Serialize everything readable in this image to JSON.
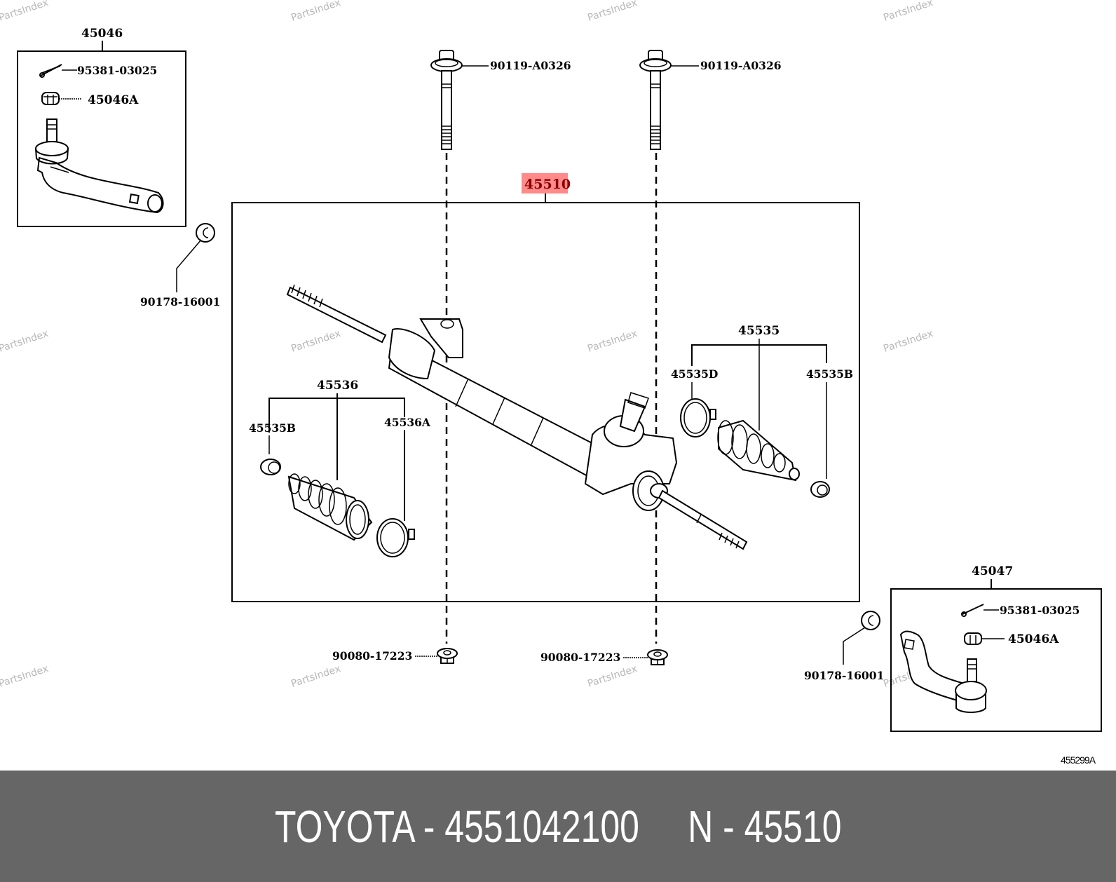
{
  "diagram": {
    "highlight_color": "#ff8a8a",
    "highlight_text_color": "#8b0000",
    "main_assembly": {
      "part_no": "45510",
      "highlighted": true,
      "name": "steering-rack-assembly"
    },
    "tie_rod_end_left": {
      "part_no": "45046",
      "children": [
        {
          "part_no": "95381-03025",
          "icon": "cotter-pin-icon"
        },
        {
          "part_no": "45046A",
          "icon": "castle-nut-icon"
        }
      ]
    },
    "tie_rod_end_right": {
      "part_no": "45047",
      "children": [
        {
          "part_no": "95381-03025",
          "icon": "cotter-pin-icon"
        },
        {
          "part_no": "45046A",
          "icon": "castle-nut-icon"
        }
      ]
    },
    "lock_nut_left": {
      "part_no": "90178-16001",
      "icon": "lock-nut-icon"
    },
    "lock_nut_right": {
      "part_no": "90178-16001",
      "icon": "lock-nut-icon"
    },
    "bolt_left": {
      "part_no": "90119-A0326",
      "icon": "bolt-icon"
    },
    "bolt_right": {
      "part_no": "90119-A0326",
      "icon": "bolt-icon"
    },
    "nut_left": {
      "part_no": "90080-17223",
      "icon": "flange-nut-icon"
    },
    "nut_right": {
      "part_no": "90080-17223",
      "icon": "flange-nut-icon"
    },
    "boot_left": {
      "part_no": "45536",
      "clamp_small": "45535B",
      "clamp_large": "45536A"
    },
    "boot_right": {
      "part_no": "45535",
      "clamp_large": "45535D",
      "clamp_small": "45535B"
    },
    "illustration_code": "455299A",
    "watermark": "PartsIndex"
  },
  "banner": {
    "text": "TOYOTA - 4551042100     N - 45510"
  }
}
